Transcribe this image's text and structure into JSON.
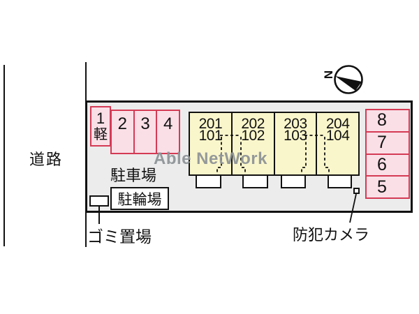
{
  "plan": {
    "road_label": "道路",
    "north_label": "N",
    "watermark": "Able NetWork",
    "labels": {
      "parking": "駐車場",
      "bicycle_parking": "駐輪場",
      "garbage": "ゴミ置場",
      "security_camera": "防犯カメラ"
    },
    "parking_spaces_left": [
      {
        "number": "1",
        "tag": "軽"
      },
      {
        "number": "2"
      },
      {
        "number": "3"
      },
      {
        "number": "4"
      }
    ],
    "parking_spaces_right": [
      {
        "number": "8"
      },
      {
        "number": "7"
      },
      {
        "number": "6"
      },
      {
        "number": "5"
      }
    ],
    "building_units": [
      {
        "upper": "201",
        "lower": "101"
      },
      {
        "upper": "202",
        "lower": "102"
      },
      {
        "upper": "203",
        "lower": "103"
      },
      {
        "upper": "204",
        "lower": "104"
      }
    ],
    "colors": {
      "site_fill": "#ececec",
      "building_fill": "#faf6cb",
      "space_fill": "#fadfe7",
      "space_border": "#d43a54",
      "line": "#111111",
      "watermark": "#8c9296"
    }
  }
}
